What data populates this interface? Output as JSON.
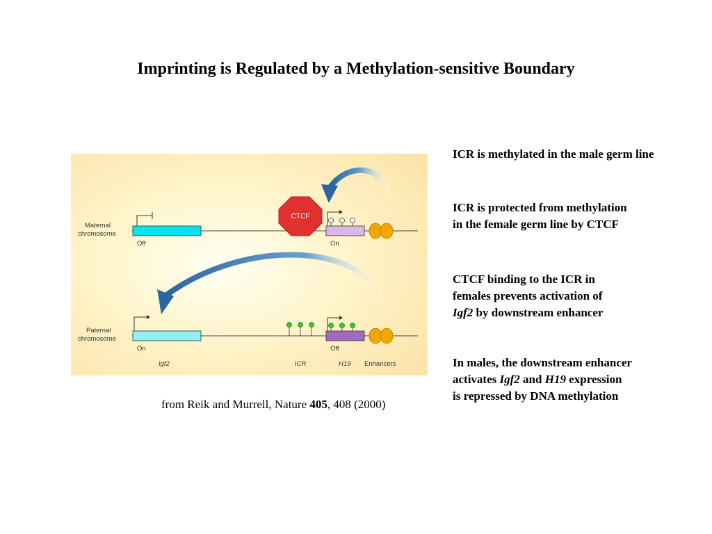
{
  "slide": {
    "title": "Imprinting is Regulated by a Methylation-sensitive Boundary"
  },
  "figure": {
    "maternal_label_1": "Maternal",
    "maternal_label_2": "chromosome",
    "paternal_label_1": "Paternal",
    "paternal_label_2": "chromosome",
    "maternal_igf2_state": "Off",
    "maternal_h19_state": "On",
    "paternal_igf2_state": "On",
    "paternal_h19_state": "Off",
    "ctcf_label": "CTCF",
    "gene_igf2": "Igf2",
    "gene_icr": "ICR",
    "gene_h19": "H19",
    "gene_enhancers": "Enhancers",
    "colors": {
      "igf2_maternal": "#00e5ee",
      "igf2_paternal": "#8ff0f5",
      "h19_maternal": "#d9b8e8",
      "h19_paternal": "#a06bc0",
      "ctcf": "#e0302f",
      "enhancer": "#f0a800",
      "methyl": "#33cc33",
      "arrow": "#2d6fa8"
    }
  },
  "caption": {
    "prefix": "from Reik and Murrell, Nature ",
    "volume": "405",
    "suffix": ", 408 (2000)"
  },
  "notes": {
    "n1_line1": "ICR is methylated in the male germ line",
    "n2_line1": "ICR is protected from methylation",
    "n2_line2": "in the female germ line by CTCF",
    "n3_line1": "CTCF binding to the ICR in",
    "n3_line2": "females prevents activation of",
    "n3_gene": "Igf2",
    "n3_rest": " by downstream enhancer",
    "n4_line1": "In males, the downstream enhancer",
    "n4_pre": "activates ",
    "n4_gene1": "Igf2",
    "n4_and": " and ",
    "n4_gene2": "H19",
    "n4_post": " expression",
    "n4_line3": "is repressed by DNA methylation"
  }
}
